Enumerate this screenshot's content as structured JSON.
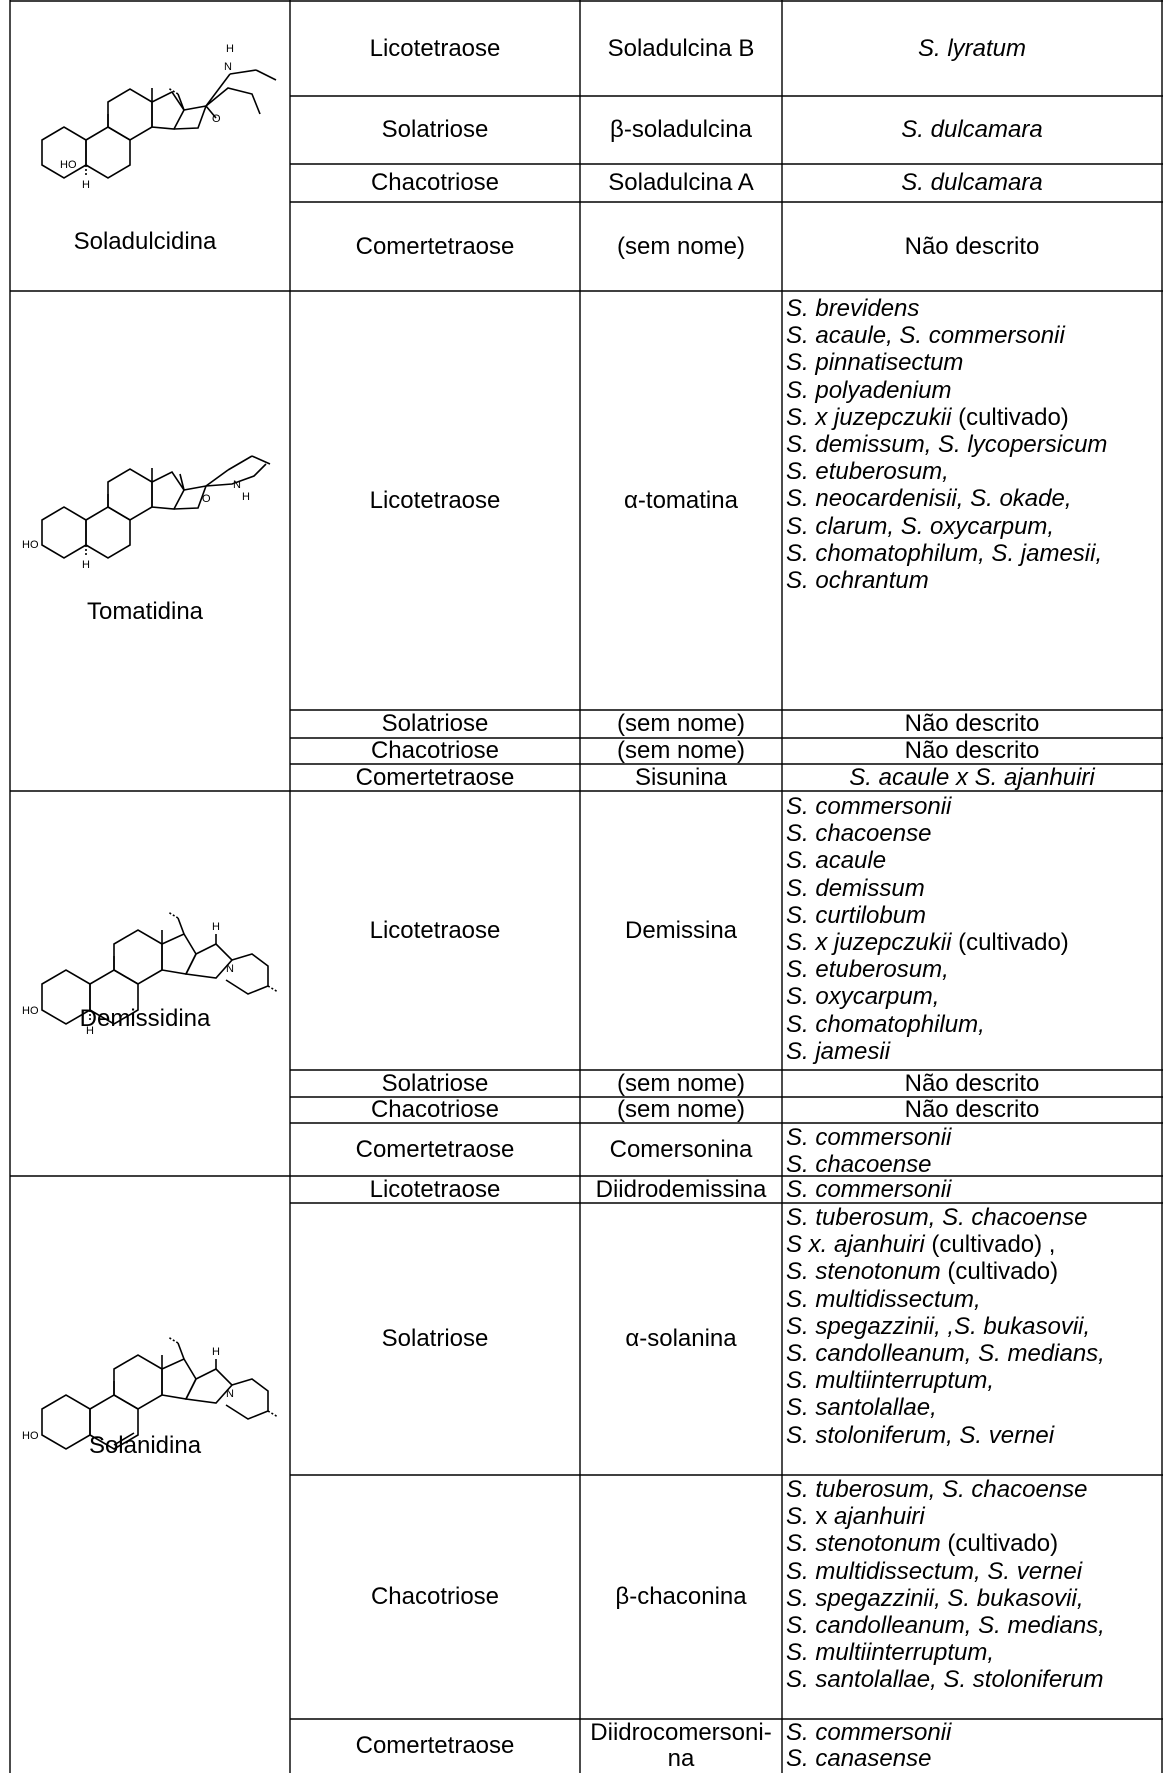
{
  "groups": [
    {
      "aglycone": "Soladulcidina",
      "mol_labels": {
        "nh": "H",
        "n": "N",
        "o": "O",
        "ho": "HO",
        "h": "H"
      },
      "rows": [
        {
          "sugar": "Licotetraose",
          "glycoalkaloid": "Soladulcina B",
          "species": "S. lyratum"
        },
        {
          "sugar": "Solatriose",
          "glycoalkaloid": "β-soladulcina",
          "species": "S. dulcamara"
        },
        {
          "sugar": "Chacotriose",
          "glycoalkaloid": "Soladulcina A",
          "species": "S. dulcamara"
        },
        {
          "sugar": "Comertetraose",
          "glycoalkaloid": "(sem nome)",
          "species": "Não descrito"
        }
      ]
    },
    {
      "aglycone": "Tomatidina",
      "mol_labels": {
        "n": "N",
        "h1": "H",
        "o": "O",
        "ho": "HO",
        "h": "H"
      },
      "rows": [
        {
          "sugar": "Licotetraose",
          "glycoalkaloid": "α-tomatina",
          "species_lines": [
            {
              "text": "S. brevidens"
            },
            {
              "text": "S. acaule, S. commersonii"
            },
            {
              "text": "S. pinnatisectum"
            },
            {
              "text": "S. polyadenium"
            },
            {
              "text": "S. x juzepczukii",
              "note": " (cultivado)"
            },
            {
              "text": "S. demissum, S. lycopersicum"
            },
            {
              "text": "S. etuberosum,"
            },
            {
              "text": "S. neocardenisii, S. okade,"
            },
            {
              "text": "S. clarum, S. oxycarpum,"
            },
            {
              "text": "S. chomatophilum, S. jamesii,"
            },
            {
              "text": "S. ochrantum"
            }
          ]
        },
        {
          "sugar": "Solatriose",
          "glycoalkaloid": "(sem nome)",
          "species": "Não descrito"
        },
        {
          "sugar": "Chacotriose",
          "glycoalkaloid": "(sem nome)",
          "species": "Não descrito"
        },
        {
          "sugar": "Comertetraose",
          "glycoalkaloid": "Sisunina",
          "species": "S. acaule x S. ajanhuiri"
        }
      ]
    },
    {
      "aglycone": "Demissidina",
      "mol_labels": {
        "h1": "H",
        "n": "N",
        "ho": "HO",
        "h": "H"
      },
      "rows": [
        {
          "sugar": "Licotetraose",
          "glycoalkaloid": "Demissina",
          "species_lines": [
            {
              "text": "S. commersonii"
            },
            {
              "text": "S. chacoense"
            },
            {
              "text": "S. acaule"
            },
            {
              "text": "S. demissum"
            },
            {
              "text": "S. curtilobum"
            },
            {
              "text": "S. x juzepczukii",
              "note": " (cultivado)"
            },
            {
              "text": "S. etuberosum,"
            },
            {
              "text": "S. oxycarpum,"
            },
            {
              "text": "S. chomatophilum,"
            },
            {
              "text": "S. jamesii"
            }
          ]
        },
        {
          "sugar": "Solatriose",
          "glycoalkaloid": "(sem nome)",
          "species": "Não descrito"
        },
        {
          "sugar": "Chacotriose",
          "glycoalkaloid": "(sem nome)",
          "species": "Não descrito"
        },
        {
          "sugar": "Comertetraose",
          "glycoalkaloid": "Comersonina",
          "species_lines": [
            {
              "text": "S. commersonii"
            },
            {
              "text": "S. chacoense"
            }
          ]
        }
      ]
    },
    {
      "aglycone": "Solanidina",
      "mol_labels": {
        "h1": "H",
        "n": "N",
        "ho": "HO"
      },
      "rows": [
        {
          "sugar": "Licotetraose",
          "glycoalkaloid": "Diidrodemissina",
          "species": "S. commersonii"
        },
        {
          "sugar": "Solatriose",
          "glycoalkaloid": "α-solanina",
          "species_lines": [
            {
              "text": "S. tuberosum, S. chacoense"
            },
            {
              "text": "S x. ajanhuiri",
              "note": " (cultivado) ,"
            },
            {
              "text": "S. stenotonum",
              "note": " (cultivado)"
            },
            {
              "text": "S. multidissectum,"
            },
            {
              "text": "S. spegazzinii, ,S. bukasovii,"
            },
            {
              "text": "S. candolleanum, S. medians,"
            },
            {
              "text": "S. multiinterruptum,"
            },
            {
              "text": "S. santolallae,"
            },
            {
              "text": "S. stoloniferum, S. vernei"
            }
          ]
        },
        {
          "sugar": "Chacotriose",
          "glycoalkaloid": "β-chaconina",
          "species_lines": [
            {
              "text": "S. tuberosum, S. chacoense"
            },
            {
              "text": "S. ",
              "note": "x",
              "text2": " ajanhuiri"
            },
            {
              "text": "S. stenotonum",
              "note": " (cultivado)"
            },
            {
              "text": "S. multidissectum, S. vernei"
            },
            {
              "text": "S. spegazzinii, S. bukasovii,"
            },
            {
              "text": "S. candolleanum, S. medians,"
            },
            {
              "text": "S. multiinterruptum,"
            },
            {
              "text": "S. santolallae, S. stoloniferum"
            }
          ]
        },
        {
          "sugar": "Comertetraose",
          "glycoalkaloid": "Diidrocomersoni-na",
          "glycoalkaloid_lines": [
            "Diidrocomersoni-",
            "na"
          ],
          "species_lines": [
            {
              "text": "S. commersonii"
            },
            {
              "text": "S. canasense"
            }
          ]
        }
      ]
    }
  ]
}
